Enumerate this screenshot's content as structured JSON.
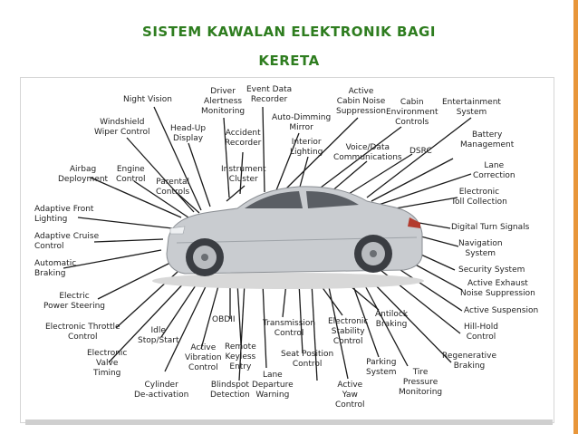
{
  "slide": {
    "title_line1": "SISTEM KAWALAN ELEKTRONIK BAGI",
    "title_line2": "KERETA"
  },
  "labels": {
    "night_vision": "Night Vision",
    "driver_alertness": "Driver\nAlertness\nMonitoring",
    "event_data_recorder": "Event Data\nRecorder",
    "active_cabin_noise": "Active\nCabin Noise\nSuppression",
    "cabin_env_controls": "Cabin\nEnvironment\nControls",
    "entertainment_system": "Entertainment\nSystem",
    "windshield_wiper": "Windshield\nWiper Control",
    "head_up_display": "Head-Up\nDisplay",
    "accident_recorder": "Accident\nRecorder",
    "auto_dimming_mirror": "Auto-Dimming\nMirror",
    "interior_lighting": "Interior\nLighting",
    "voice_data_comm": "Voice/Data\nCommunications",
    "dsrc": "DSRC",
    "battery_management": "Battery\nManagement",
    "airbag_deployment": "Airbag\nDeployment",
    "engine_control": "Engine\nControl",
    "parental_controls": "Parental\nControls",
    "instrument_cluster": "Instrument\nCluster",
    "lane_correction": "Lane\nCorrection",
    "electronic_toll": "Electronic\nToll Collection",
    "adaptive_front_lighting": "Adaptive Front\nLighting",
    "digital_turn_signals": "Digital Turn Signals",
    "adaptive_cruise": "Adaptive Cruise\nControl",
    "navigation_system": "Navigation\nSystem",
    "automatic_braking": "Automatic\nBraking",
    "security_system": "Security System",
    "active_exhaust": "Active Exhaust\nNoise Suppression",
    "electric_power_steering": "Electric\nPower Steering",
    "active_suspension": "Active Suspension",
    "electronic_throttle": "Electronic Throttle\nControl",
    "obdii": "OBDII",
    "transmission_control": "Transmission\nControl",
    "electronic_stability": "Electronic\nStability\nControl",
    "antilock_braking": "Antilock\nBraking",
    "hill_hold": "Hill-Hold\nControl",
    "idle_stop_start": "Idle\nStop/Start",
    "regenerative_braking": "Regenerative\nBraking",
    "electronic_valve_timing": "Electronic\nValve\nTiming",
    "active_vibration": "Active\nVibration\nControl",
    "remote_keyless": "Remote\nKeyless\nEntry",
    "seat_position": "Seat Position\nControl",
    "parking_system": "Parking\nSystem",
    "tire_pressure": "Tire\nPressure\nMonitoring",
    "cylinder_deactivation": "Cylinder\nDe-activation",
    "blindspot_detection": "Blindspot\nDetection",
    "lane_departure": "Lane\nDeparture\nWarning",
    "active_yaw": "Active\nYaw\nControl"
  },
  "colors": {
    "title": "#2e7d1f",
    "accent_bar": "#e8963a",
    "car_body": "#c9ccd0",
    "leader_line": "#1a1a1a"
  }
}
